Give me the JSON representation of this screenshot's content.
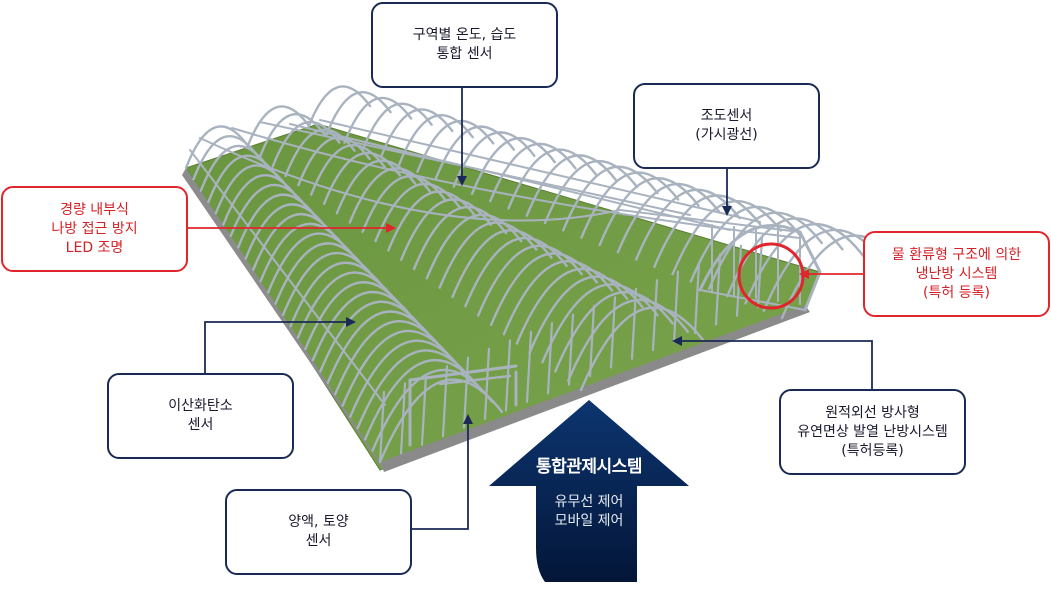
{
  "labels": {
    "zone_sensor": [
      "구역별 온도, 습도",
      "통합 센서"
    ],
    "light_sensor": [
      "조도센서",
      "(가시광선)"
    ],
    "led": [
      "경량 내부식",
      "나방 접근 방지",
      "LED 조명"
    ],
    "water_system": [
      "물 환류형 구조에 의한",
      "냉난방 시스템",
      "(특허 등록)"
    ],
    "co2_sensor": [
      "이산화탄소",
      "센서"
    ],
    "far_infrared": [
      "원적외선 방사형",
      "유연면상 발열 난방시스템",
      "(특허등록)"
    ],
    "soil_sensor": [
      "양액, 토양",
      "센서"
    ]
  },
  "control": {
    "title": "통합관제시스템",
    "lines": [
      "유무선 제어",
      "모바일 제어"
    ]
  },
  "colors": {
    "navy": "#1b2a55",
    "red": "#e0262c",
    "arrow_top": "#0d3570",
    "arrow_bottom": "#031638",
    "frame": "#a9b3bf",
    "ground": "#6f9a3e"
  }
}
